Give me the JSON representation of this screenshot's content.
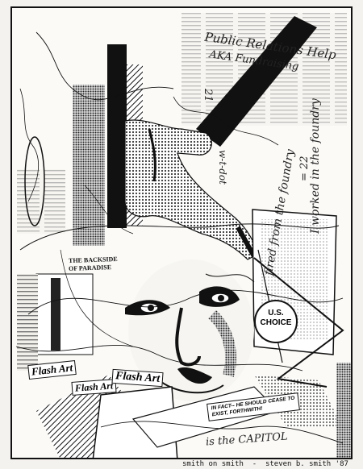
{
  "artwork": {
    "handwriting": {
      "top_right": "Public Relations Help",
      "aka": "AKA Fundraising",
      "right_vertical_1": "fired from the foundry",
      "right_vertical_2": "I worked in the foundry",
      "mid_numbers": "w-t-dot",
      "mid_21": "21",
      "left_equals": "= 22",
      "bottom_right": "is the CAPITOL"
    },
    "clippings": {
      "backside_title": "THE BACKSIDE",
      "backside_sub": "OF PARADISE",
      "flash_1": "Flash Art",
      "flash_2": "Flash Art",
      "flash_3": "Flash Art",
      "choice_line1": "U.S.",
      "choice_line2": "CHOICE",
      "speech_bubble": "IN FACT-- HE SHOULD CEASE TO\nEXIST, FORTHWITH!"
    }
  },
  "caption": "smith on smith  -  steven b. smith '87",
  "colors": {
    "ink": "#111111",
    "paper": "#fbfaf7",
    "halftone": "#6b6b6b"
  }
}
